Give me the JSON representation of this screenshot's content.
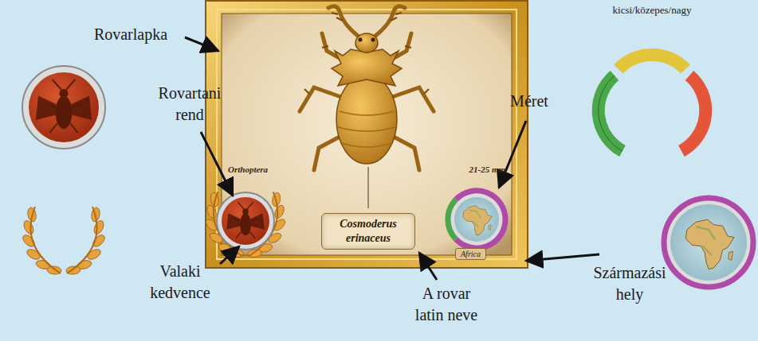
{
  "diagram": {
    "nodes": [
      {
        "text": [
          "Orthoptera",
          "21-25 mm"
        ]
      },
      {
        "text": [
          "Cosmoderus erinaceus"
        ],
        "in": 0
      },
      {
        "text": [
          "Africa"
        ],
        "in": 0
      }
    ],
    "labels": [
      "Rovarlapka",
      "Rovartani rend",
      "Valaki kedvence",
      "A rovar latin neve",
      "Méret",
      "Származási hely",
      "kicsi/közepes/nagy"
    ]
  }
}
